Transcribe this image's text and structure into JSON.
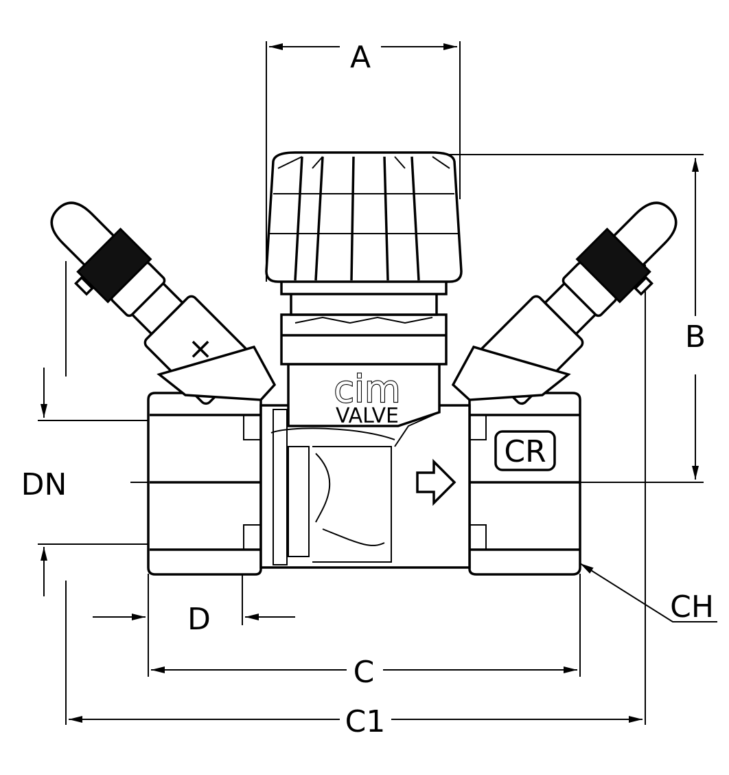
{
  "dimensions": {
    "A": "A",
    "B": "B",
    "C": "C",
    "C1": "C1",
    "D": "D",
    "DN": "DN",
    "CH": "CH"
  },
  "brand": {
    "logo_text": "cim",
    "logo_subtext": "VALVE",
    "mark": "CR"
  },
  "symbols": {
    "flow_arrow": "flow-direction-arrow",
    "cross_mark": "×"
  }
}
